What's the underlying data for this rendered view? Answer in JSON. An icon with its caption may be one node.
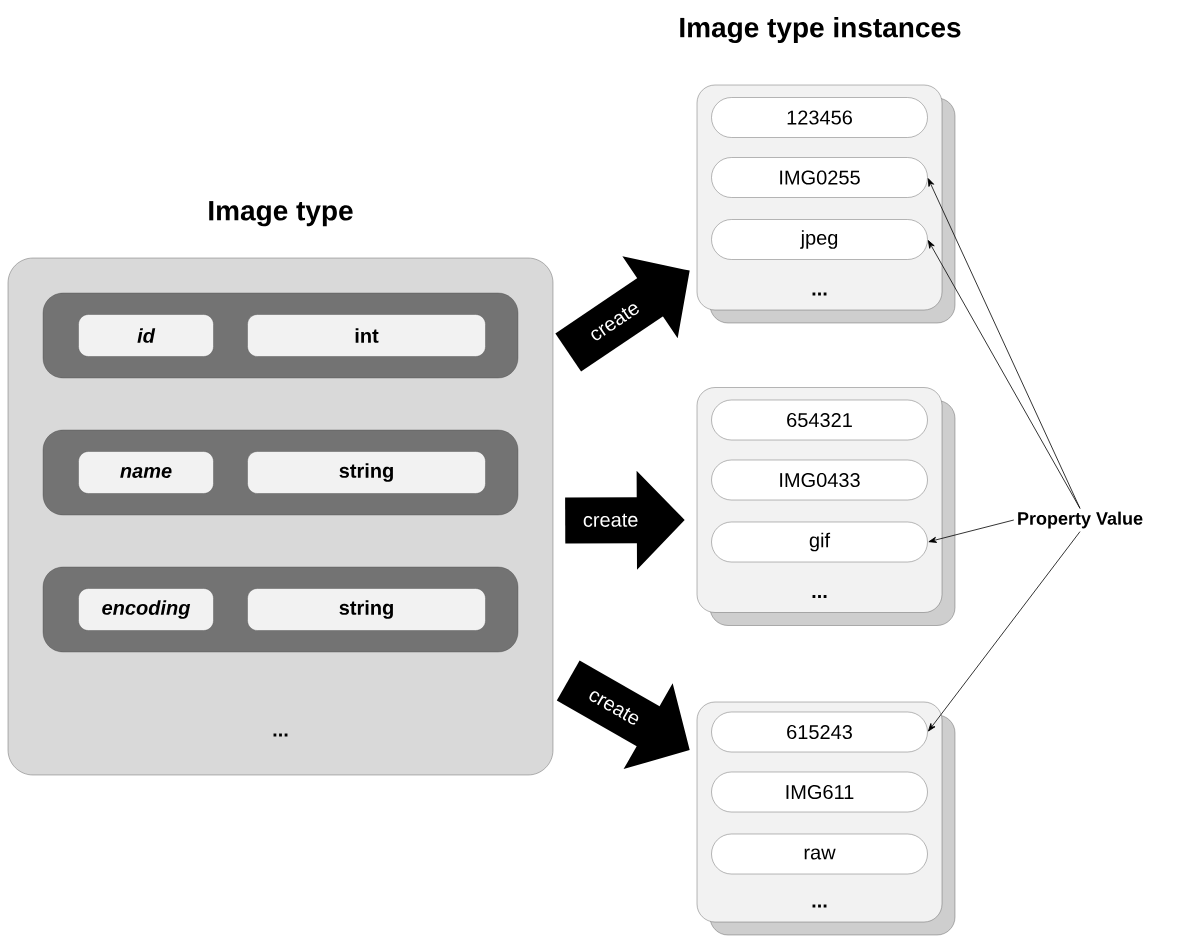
{
  "diagram": {
    "nodes": [
      {
        "text": [
          "Image type",
          "..."
        ]
      },
      {
        "text": [],
        "shape": "box",
        "in": 0
      },
      {
        "text": [
          "id"
        ],
        "in": 1
      },
      {
        "text": [
          "int"
        ],
        "in": 1
      },
      {
        "text": [],
        "shape": "box",
        "in": 0
      },
      {
        "text": [
          "name"
        ],
        "in": 4
      },
      {
        "text": [
          "string"
        ],
        "in": 4
      },
      {
        "text": [],
        "shape": "box",
        "in": 0
      },
      {
        "text": [
          "encoding"
        ],
        "in": 7
      },
      {
        "text": [
          "string"
        ],
        "in": 7
      },
      {
        "text": [
          "..."
        ]
      },
      {
        "text": [
          "123456"
        ],
        "in": 10
      },
      {
        "text": [
          "IMG0255"
        ],
        "in": 10
      },
      {
        "text": [
          "jpeg"
        ],
        "in": 10
      },
      {
        "text": [
          "..."
        ]
      },
      {
        "text": [
          "654321"
        ],
        "in": 14
      },
      {
        "text": [
          "IMG0433"
        ],
        "in": 14
      },
      {
        "text": [
          "gif"
        ],
        "in": 14
      },
      {
        "text": [
          "..."
        ]
      },
      {
        "text": [
          "615243"
        ],
        "in": 18
      },
      {
        "text": [
          "IMG611"
        ],
        "in": 18
      },
      {
        "text": [
          "raw"
        ],
        "in": 18
      },
      {
        "text": [
          "Property Value"
        ]
      }
    ],
    "edges": [
      {
        "from": 0,
        "to": 10,
        "arrow": "to",
        "label": "create",
        "style": "thick"
      },
      {
        "from": 0,
        "to": 14,
        "arrow": "to",
        "label": "create",
        "style": "thick"
      },
      {
        "from": 0,
        "to": 18,
        "arrow": "to",
        "label": "create",
        "style": "thick"
      },
      {
        "from": 22,
        "to": 12,
        "arrow": "to"
      },
      {
        "from": 22,
        "to": 13,
        "arrow": "to"
      },
      {
        "from": 22,
        "to": 17,
        "arrow": "to"
      },
      {
        "from": 22,
        "to": 19,
        "arrow": "to"
      }
    ],
    "labels": [
      "Image type instances"
    ]
  }
}
